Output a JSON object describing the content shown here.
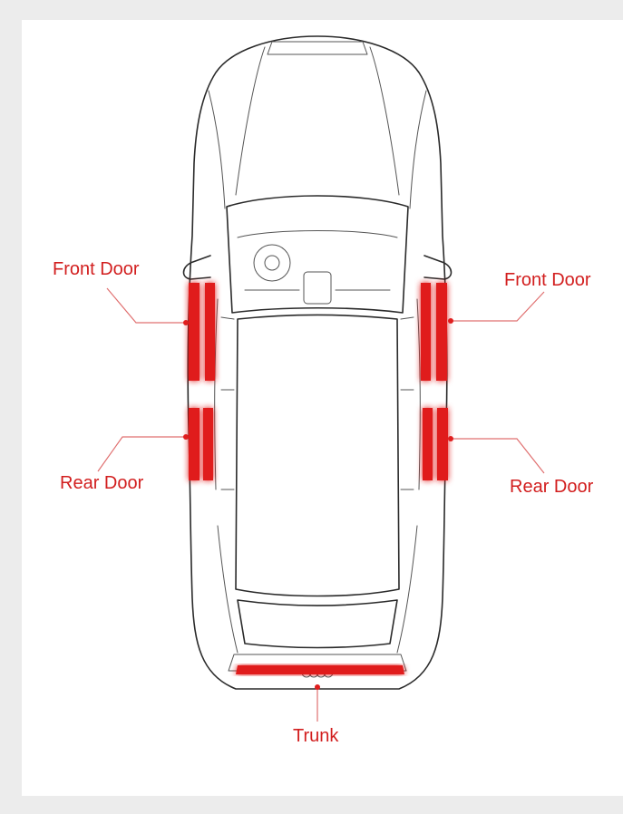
{
  "labels": {
    "front_door_left": "Front Door",
    "front_door_right": "Front Door",
    "rear_door_left": "Rear Door",
    "rear_door_right": "Rear Door",
    "trunk": "Trunk"
  },
  "colors": {
    "accent": "#e01e1e",
    "label": "#d21e1e",
    "outline": "#2a2a2a",
    "background": "#ececec",
    "panel": "#ffffff"
  }
}
